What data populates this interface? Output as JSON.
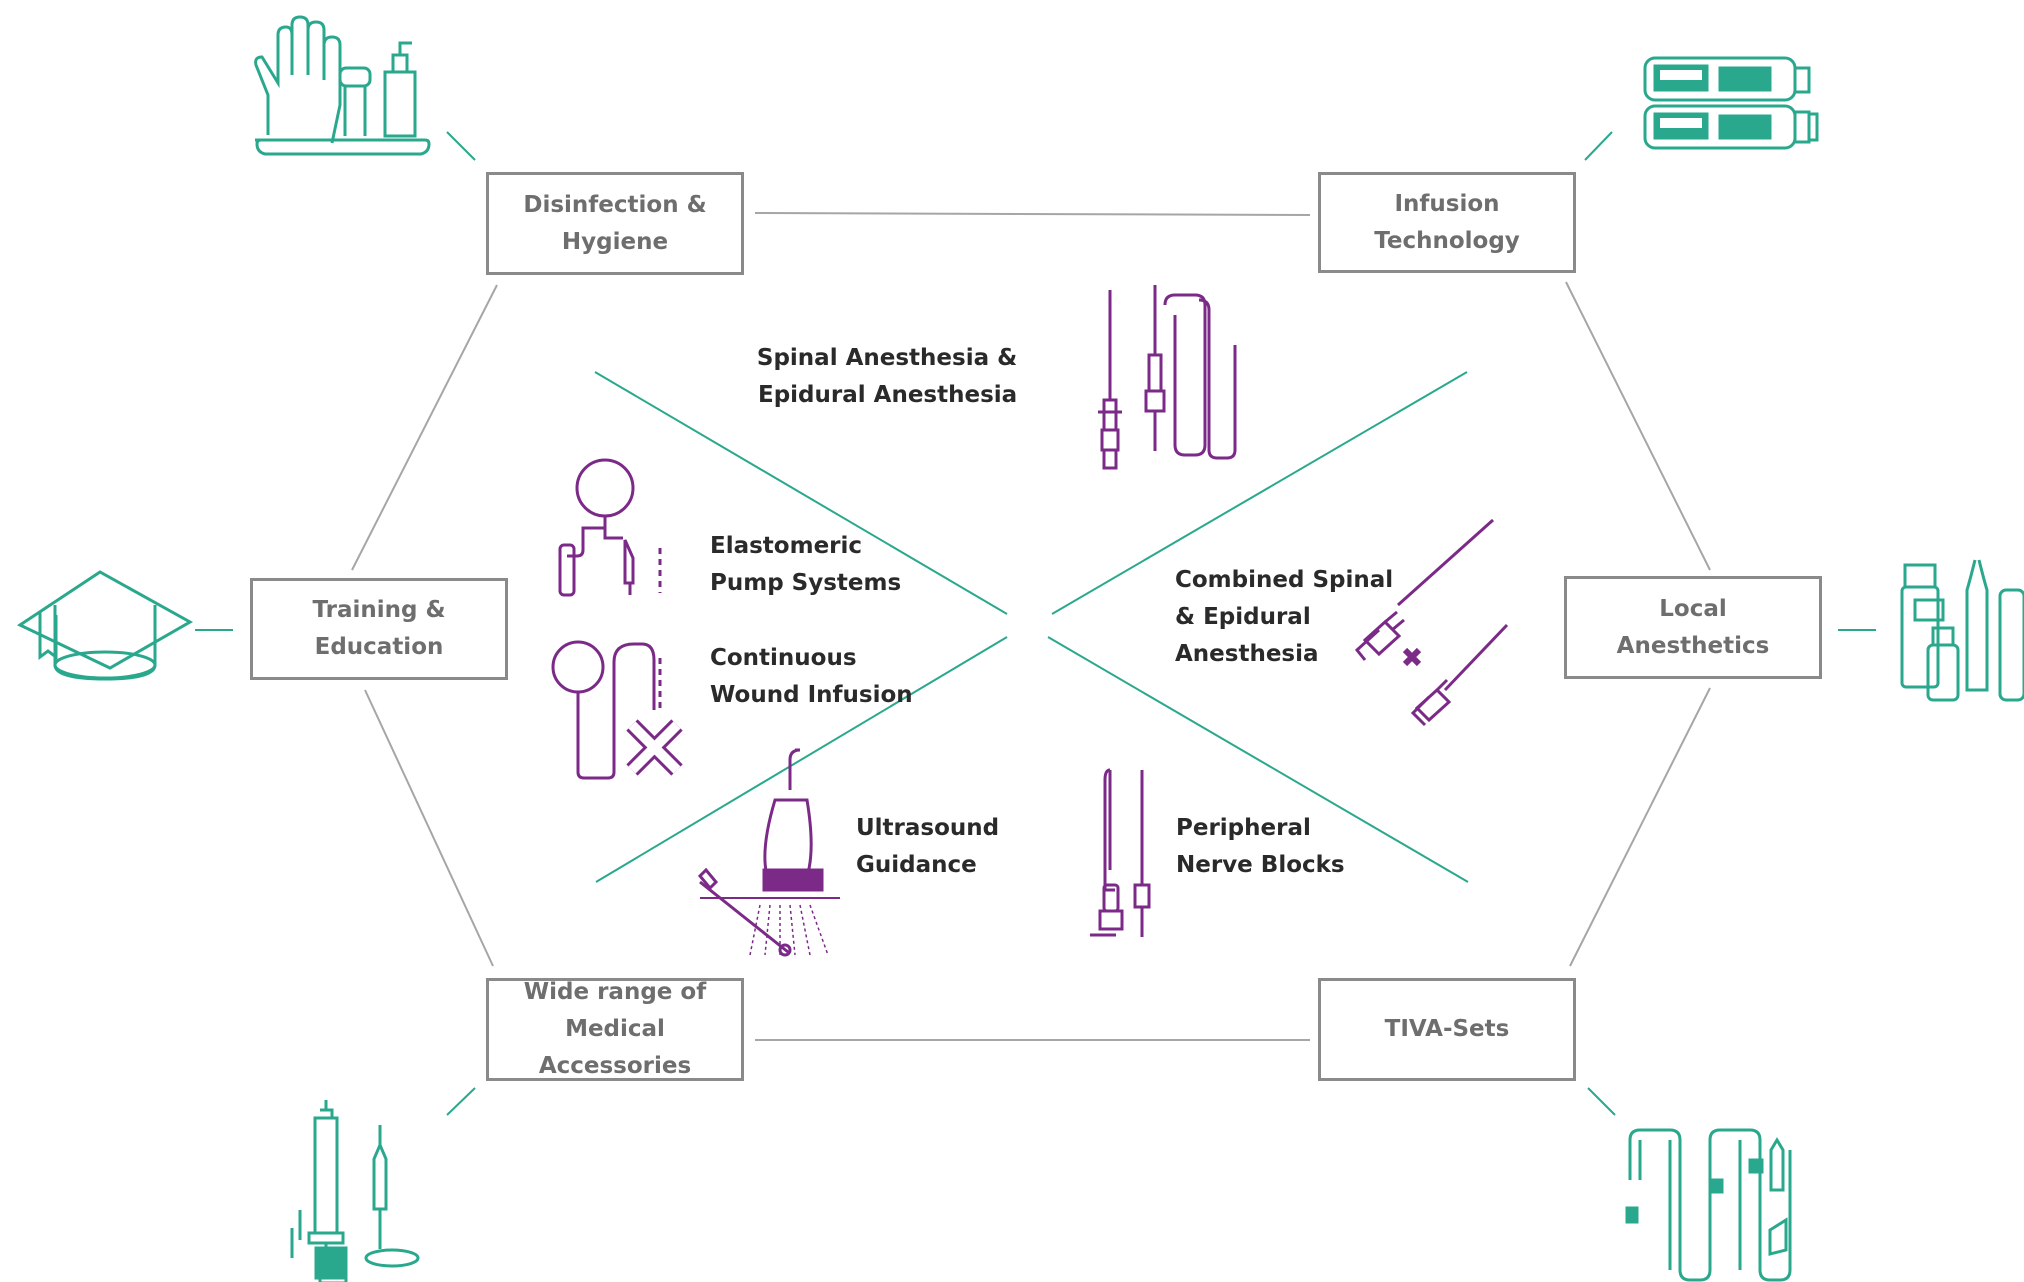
{
  "colors": {
    "teal": "#2aa88e",
    "purple": "#7b2a88",
    "box_border": "#8a8a8a",
    "grey_line": "#a0a0a0"
  },
  "boxes": {
    "disinfection": {
      "line1": "Disinfection &",
      "line2": "Hygiene"
    },
    "infusion": {
      "line1": "Infusion",
      "line2": "Technology"
    },
    "training": {
      "line1": "Training &",
      "line2": "Education"
    },
    "local": {
      "line1": "Local",
      "line2": "Anesthetics"
    },
    "accessories": {
      "line1": "Wide range of",
      "line2": "Medical Accessories"
    },
    "tiva": {
      "line1": "TIVA-Sets"
    }
  },
  "inner": {
    "spinal": {
      "line1": "Spinal Anesthesia &",
      "line2": "Epidural Anesthesia"
    },
    "elastomeric": {
      "line1": "Elastomeric",
      "line2": "Pump Systems"
    },
    "wound": {
      "line1": "Continuous",
      "line2": "Wound Infusion"
    },
    "combined": {
      "line1": "Combined Spinal",
      "line2": "& Epidural",
      "line3": "Anesthesia"
    },
    "ultrasound": {
      "line1": "Ultrasound",
      "line2": "Guidance"
    },
    "peripheral": {
      "line1": "Peripheral",
      "line2": "Nerve Blocks"
    }
  },
  "icons": [
    "hands-disinfectant-icon",
    "infusion-pump-icon",
    "graduation-cap-icon",
    "vials-icon",
    "syringe-accessories-icon",
    "iv-set-icon",
    "spinal-needle-icon",
    "elastomeric-pump-icon",
    "wound-infusion-icon",
    "combined-needle-icon",
    "ultrasound-probe-icon",
    "nerve-block-needle-icon"
  ]
}
